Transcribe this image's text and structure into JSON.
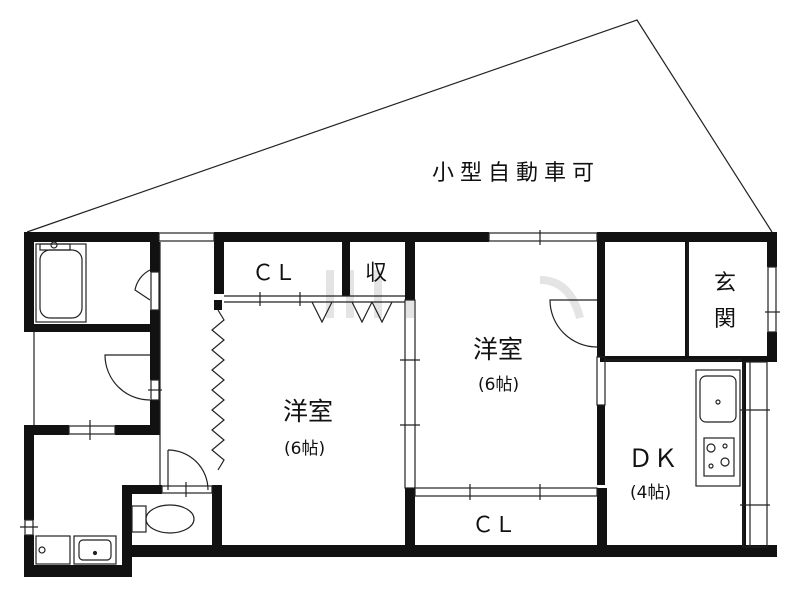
{
  "parking": {
    "label": "小型自動車可"
  },
  "rooms": {
    "western_left": {
      "name": "洋室",
      "size": "(6帖)"
    },
    "western_right": {
      "name": "洋室",
      "size": "(6帖)"
    },
    "dk": {
      "name": "ＤＫ",
      "size": "(4帖)"
    },
    "closet_top": {
      "name": "ＣＬ"
    },
    "storage": {
      "name": "収"
    },
    "closet_bottom": {
      "name": "ＣＬ"
    },
    "entrance": {
      "line1": "玄",
      "line2": "関"
    }
  },
  "colors": {
    "wall": "#111111",
    "line": "#222222",
    "watermark": "#e8e8e8"
  }
}
